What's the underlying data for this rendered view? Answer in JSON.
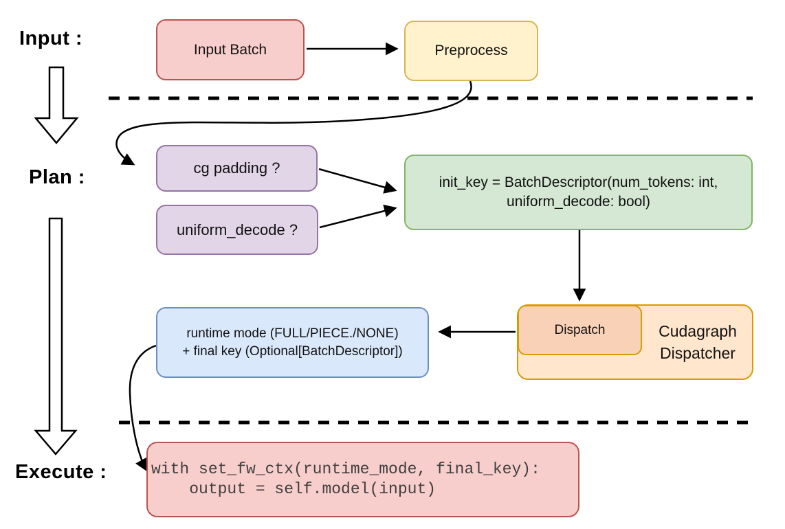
{
  "palette": {
    "red_fill": "#f8cecc",
    "red_stroke": "#b85450",
    "yellow_fill": "#fff2cc",
    "yellow_stroke": "#d6b656",
    "purple_fill": "#e1d5e7",
    "purple_stroke": "#9673a6",
    "green_fill": "#d5e8d4",
    "green_stroke": "#82b366",
    "blue_fill": "#dae8fc",
    "blue_stroke": "#6c8ebf",
    "orange_fill": "#ffe6cc",
    "orange_stroke": "#d79b00",
    "peach_fill": "#f9d1b7",
    "arrow_color": "#000000",
    "code_text_color": "#3f3f3f"
  },
  "stages": {
    "input": "Input :",
    "plan": "Plan :",
    "execute": "Execute :"
  },
  "nodes": {
    "input_batch": "Input Batch",
    "preprocess": "Preprocess",
    "cg_padding": "cg padding ?",
    "uniform_decode": "uniform_decode ?",
    "init_key_line1": "init_key = BatchDescriptor(num_tokens: int,",
    "init_key_line2": "uniform_decode: bool)",
    "dispatch": "Dispatch",
    "dispatcher_line1": "Cudagraph",
    "dispatcher_line2": "Dispatcher",
    "runtime_line1": "runtime mode (FULL/PIECE./NONE)",
    "runtime_line2": "+ final key (Optional[BatchDescriptor])",
    "code_line1": "with set_fw_ctx(runtime_mode, final_key):",
    "code_line2": "    output = self.model(input)"
  }
}
